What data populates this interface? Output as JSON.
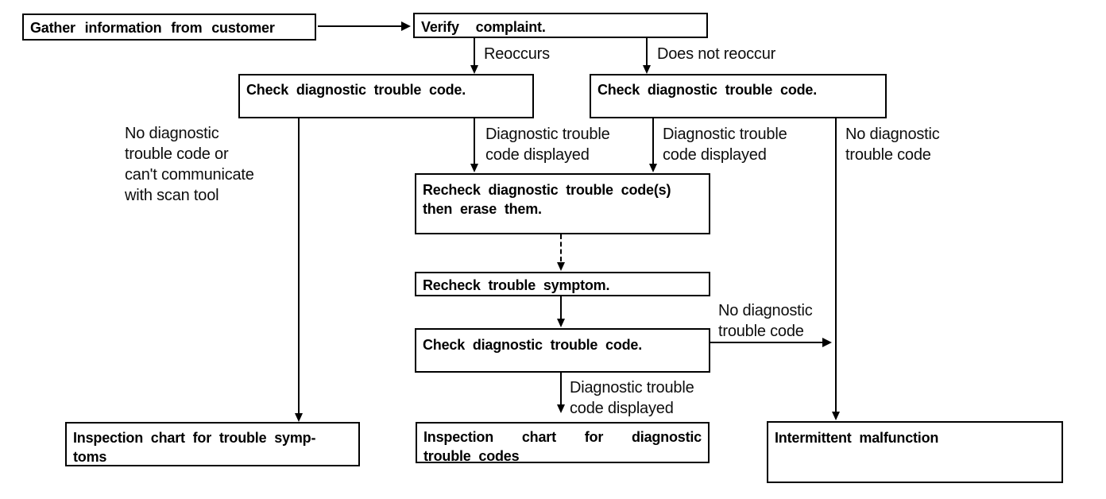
{
  "nodes": {
    "gather_info": {
      "label": "Gather information from customer"
    },
    "verify_complaint": {
      "label": "Verify complaint."
    },
    "check_dtc_left": {
      "label": "Check diagnostic trouble code."
    },
    "check_dtc_right": {
      "label": "Check diagnostic trouble code."
    },
    "recheck_dtc_erase": {
      "lines": [
        "Recheck diagnostic trouble code(s)",
        "then erase them."
      ]
    },
    "recheck_symptom": {
      "label": "Recheck trouble symptom."
    },
    "check_dtc_center": {
      "label": "Check diagnostic trouble code."
    },
    "inspection_symptoms": {
      "lines": [
        "Inspection chart for trouble symp-",
        "toms"
      ]
    },
    "inspection_dtc": {
      "lines": [
        "Inspection chart for diagnostic",
        "trouble codes"
      ]
    },
    "intermittent": {
      "label": "Intermittent malfunction"
    }
  },
  "edge_labels": {
    "reoccurs": {
      "label": "Reoccurs"
    },
    "does_not_reoccur": {
      "label": "Does not reoccur"
    },
    "no_dtc_cant_communicate": {
      "lines": [
        "No diagnostic",
        "trouble code or",
        "can't communicate",
        "with scan tool"
      ]
    },
    "dtc_displayed_left": {
      "lines": [
        "Diagnostic trouble",
        "code displayed"
      ]
    },
    "dtc_displayed_right": {
      "lines": [
        "Diagnostic trouble",
        "code displayed"
      ]
    },
    "no_dtc_right": {
      "lines": [
        "No diagnostic",
        "trouble code"
      ]
    },
    "no_dtc_center": {
      "lines": [
        "No diagnostic",
        "trouble code"
      ]
    },
    "dtc_displayed_bottom": {
      "lines": [
        "Diagnostic trouble",
        "code displayed"
      ]
    }
  },
  "colors": {
    "background": "#ffffff",
    "line": "#000000",
    "text": "#000000"
  }
}
